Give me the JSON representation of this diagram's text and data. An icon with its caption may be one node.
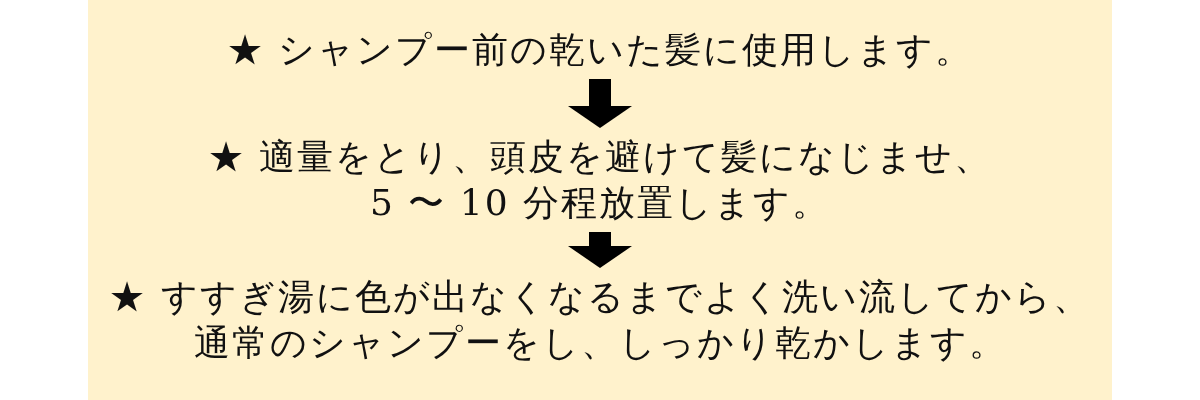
{
  "diagram": {
    "nodes": [
      {
        "text": [
          "★ シャンプー前の乾いた髪に使用します。"
        ]
      },
      {
        "text": [
          "★ 適量をとり、頭皮を避けて髪になじませ、5 〜 10 分程放置します。"
        ]
      },
      {
        "text": [
          "★ すすぎ湯に色が出なくなるまでよく洗い流してから、通常のシャンプーをし、しっかり乾かします。"
        ]
      }
    ],
    "edges": [
      {
        "from": 0,
        "to": 1,
        "arrow": "to"
      },
      {
        "from": 1,
        "to": 2,
        "arrow": "to"
      }
    ]
  }
}
